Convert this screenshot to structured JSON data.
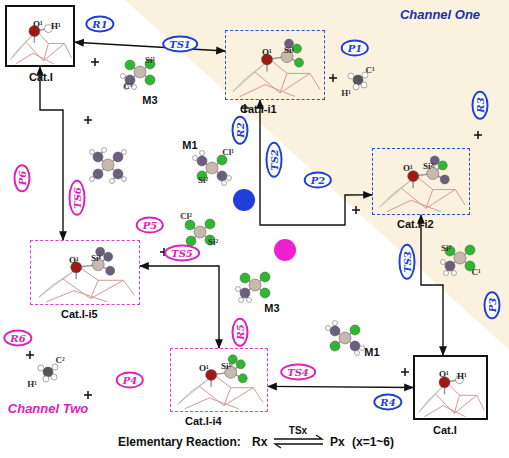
{
  "diagram": {
    "nodes": [
      {
        "text": [
          "Cat.I",
          "O¹",
          "H¹"
        ]
      },
      {
        "text": [
          "Cat.I-i1",
          "O¹",
          "Si¹"
        ]
      },
      {
        "text": [
          "Cat.I-i2",
          "O¹",
          "Si²"
        ]
      },
      {
        "text": [
          "Cat.I",
          "O¹",
          "H¹"
        ]
      },
      {
        "text": [
          "Cat.I-i4",
          "O¹",
          "Si¹"
        ]
      },
      {
        "text": [
          "Cat.I-i5",
          "O¹",
          "Si¹"
        ]
      }
    ],
    "edges": [
      {
        "from": 0,
        "to": 1,
        "label": "TS1",
        "arrow": "both"
      },
      {
        "from": 1,
        "to": 2,
        "label": "TS2",
        "arrow": "both"
      },
      {
        "from": 2,
        "to": 3,
        "label": "TS3",
        "arrow": "both"
      },
      {
        "from": 3,
        "to": 4,
        "label": "TS4",
        "arrow": "both"
      },
      {
        "from": 4,
        "to": 5,
        "label": "TS5",
        "arrow": "both"
      },
      {
        "from": 5,
        "to": 0,
        "label": "TS6",
        "arrow": "both"
      }
    ],
    "labels": [
      "Channel One",
      "Channel Two",
      "R1",
      "P1",
      "R2",
      "R3",
      "P2",
      "P3",
      "R4",
      "P4",
      "R5",
      "P5",
      "R6",
      "P6",
      "M3",
      "M1",
      "M3",
      "M1",
      "C¹",
      "Si¹",
      "H¹",
      "C¹",
      "Cl¹",
      "Si²",
      "Si²",
      "C¹",
      "Cl²",
      "Si²",
      "H¹",
      "C²",
      "Elementary Reaction:",
      "Rx",
      "TSx",
      "Px",
      "(x=1~6)"
    ]
  }
}
